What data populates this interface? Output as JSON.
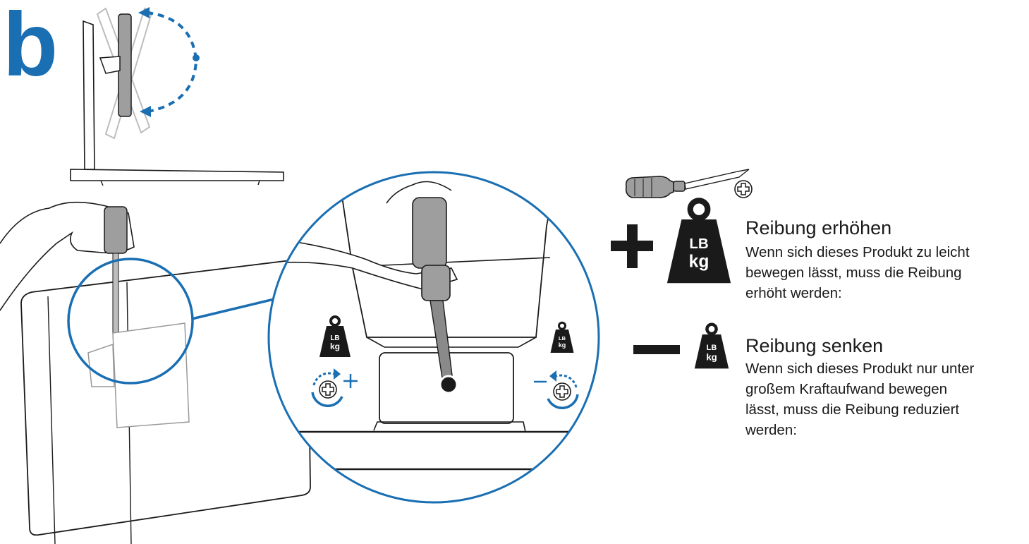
{
  "step_letter": "b",
  "weight_icon_text": [
    "LB",
    "kg"
  ],
  "increase": {
    "sign": "+",
    "title": "Reibung erhöhen",
    "lines": [
      "Wenn sich dieses Produkt zu leicht",
      "bewegen lässt, muss die Reibung",
      "erhöht werden:"
    ]
  },
  "decrease": {
    "sign": "−",
    "title": "Reibung senken",
    "lines": [
      "Wenn sich dieses Produkt nur unter",
      "großem Kraftaufwand bewegen",
      "lässt, muss die Reibung reduziert",
      "werden:"
    ]
  },
  "colors": {
    "accent": "#1a6fb3",
    "ink": "#1a1a1a",
    "line_gray": "#4d4d4d",
    "light_gray": "#bdbdbd"
  },
  "icons": [
    "screwdriver-icon",
    "phillips-screw-icon",
    "weight-icon",
    "rotate-clockwise-icon",
    "rotate-counterclockwise-icon"
  ]
}
